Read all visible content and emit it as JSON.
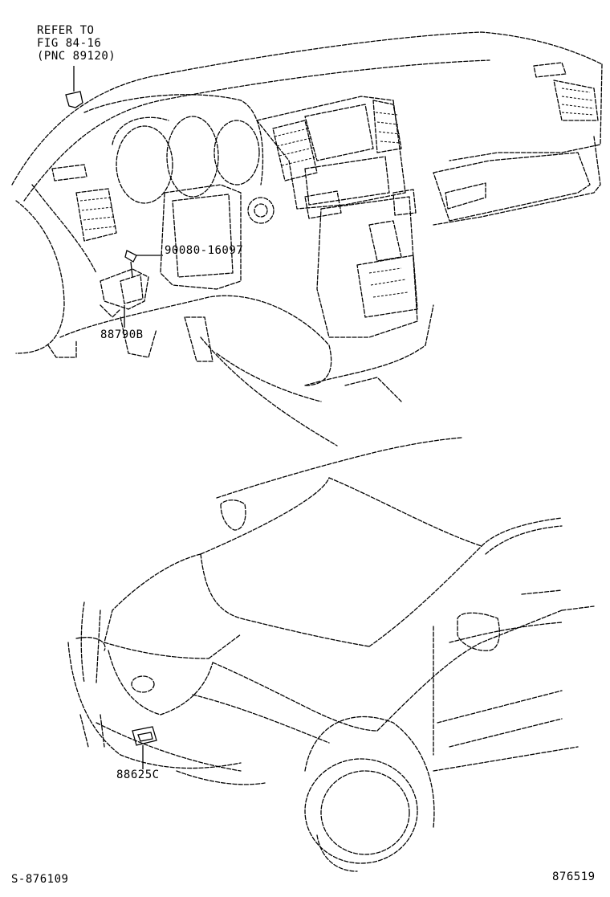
{
  "callouts": {
    "refer_line1": "REFER TO",
    "refer_line2": "FIG 84-16",
    "refer_line3": "(PNC 89120)",
    "bolt_part": "90080-16097",
    "dash_part": "88790B",
    "front_part": "88625C"
  },
  "footer": {
    "left_code": "S-876109",
    "right_code": "876519"
  }
}
